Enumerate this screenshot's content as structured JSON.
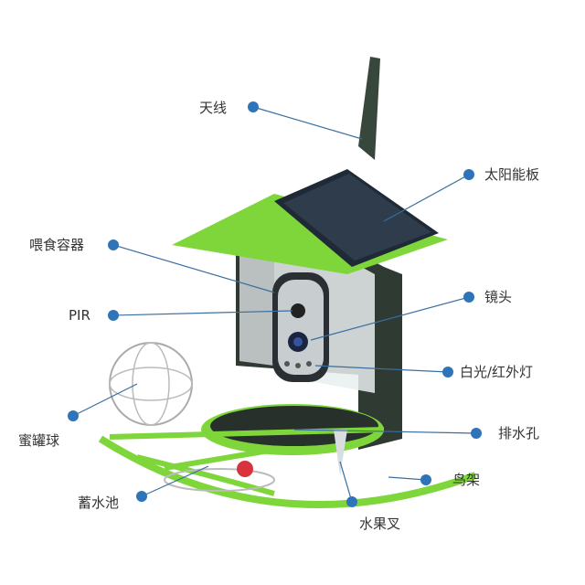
{
  "colors": {
    "dot": "#2f74b8",
    "line": "#3a6e9e",
    "green": "#7ed63a",
    "body": "#2f3a33"
  },
  "labels": {
    "antenna": "天线",
    "solar_panel": "太阳能板",
    "feeding_container": "喂食容器",
    "pir": "PIR",
    "lens": "镜头",
    "lights": "白光/红外灯",
    "honey_ball": "蜜罐球",
    "drain_hole": "排水孔",
    "perch": "鸟架",
    "reservoir": "蓄水池",
    "fruit_fork": "水果叉"
  }
}
